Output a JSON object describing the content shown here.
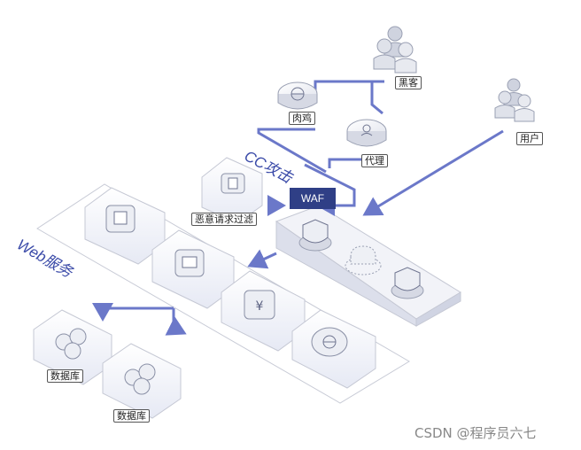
{
  "colors": {
    "accent": "#6b78c9",
    "dark": "#2f3f86",
    "zone": "#eef0f7"
  },
  "labels": {
    "hacker": "黑客",
    "zombie": "肉鸡",
    "proxy": "代理",
    "user": "用户",
    "cc_attack": "CC攻击",
    "waf": "WAF",
    "filter": "恶意请求过滤",
    "web_service": "Web服务",
    "database_1": "数据库",
    "database_2": "数据库"
  },
  "watermark": "CSDN @程序员六七",
  "icons": [
    "people-icon",
    "globe-icon",
    "person-icon",
    "shield-icon",
    "cloud-icon",
    "document-icon",
    "server-icon",
    "yen-icon",
    "database-icon"
  ]
}
